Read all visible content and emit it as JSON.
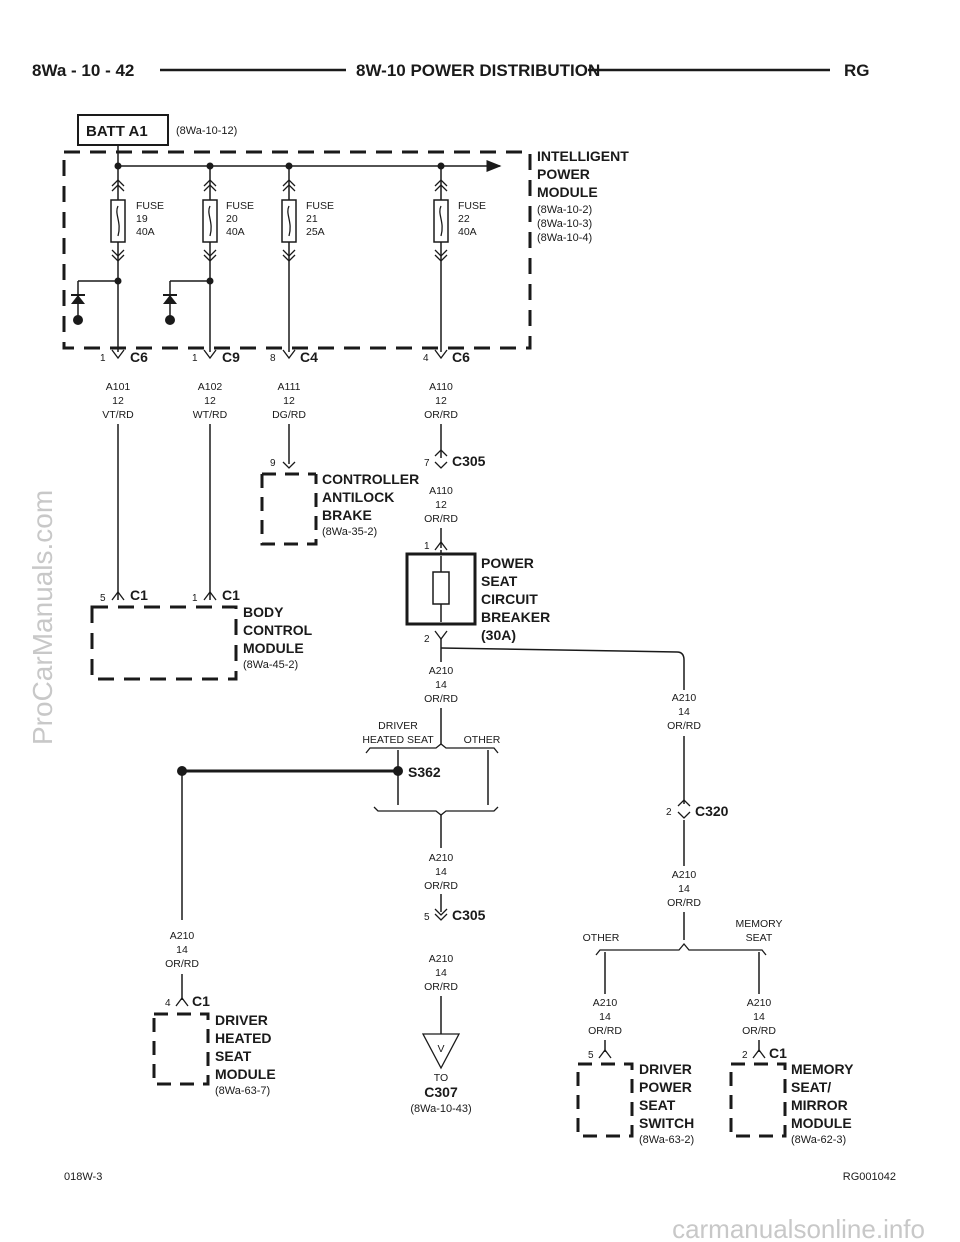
{
  "header": {
    "page_number": "8Wa - 10 - 42",
    "title": "8W-10 POWER DISTRIBUTION",
    "code": "RG"
  },
  "footer": {
    "left": "018W-3",
    "right": "RG001042"
  },
  "watermarks": {
    "side": "ProCarManuals.com",
    "bottom": "carmanualsonline.info"
  },
  "batt": {
    "label": "BATT A1",
    "ref": "(8Wa-10-12)"
  },
  "ipm": {
    "lines": [
      "INTELLIGENT",
      "POWER",
      "MODULE"
    ],
    "refs": [
      "(8Wa-10-2)",
      "(8Wa-10-3)",
      "(8Wa-10-4)"
    ]
  },
  "fuses": [
    {
      "lines": [
        "FUSE",
        "19",
        "40A"
      ]
    },
    {
      "lines": [
        "FUSE",
        "20",
        "40A"
      ]
    },
    {
      "lines": [
        "FUSE",
        "21",
        "25A"
      ]
    },
    {
      "lines": [
        "FUSE",
        "22",
        "40A"
      ]
    }
  ],
  "ipm_connectors": [
    {
      "pin": "1",
      "name": "C6"
    },
    {
      "pin": "1",
      "name": "C9"
    },
    {
      "pin": "8",
      "name": "C4"
    },
    {
      "pin": "4",
      "name": "C6"
    }
  ],
  "wires_top": [
    [
      "A101",
      "12",
      "VT/RD"
    ],
    [
      "A102",
      "12",
      "WT/RD"
    ],
    [
      "A111",
      "12",
      "DG/RD"
    ],
    [
      "A110",
      "12",
      "OR/RD"
    ]
  ],
  "abs": {
    "pin": "9",
    "lines": [
      "CONTROLLER",
      "ANTILOCK",
      "BRAKE"
    ],
    "ref": "(8Wa-35-2)"
  },
  "c305_top": {
    "pin": "7",
    "name": "C305"
  },
  "wire_a110_lower": [
    "A110",
    "12",
    "OR/RD"
  ],
  "breaker": {
    "pin_in": "1",
    "pin_out": "2",
    "lines": [
      "POWER",
      "SEAT",
      "CIRCUIT",
      "BREAKER",
      "(30A)"
    ]
  },
  "bcm": {
    "connectors": [
      {
        "pin": "5",
        "name": "C1"
      },
      {
        "pin": "1",
        "name": "C1"
      }
    ],
    "lines": [
      "BODY",
      "CONTROL",
      "MODULE"
    ],
    "ref": "(8Wa-45-2)"
  },
  "wire_a210": [
    "A210",
    "14",
    "OR/RD"
  ],
  "splice": {
    "name": "S362",
    "branch_left": [
      "DRIVER",
      "HEATED SEAT"
    ],
    "branch_right": "OTHER"
  },
  "c320": {
    "pin": "2",
    "name": "C320"
  },
  "c305_bottom": {
    "pin": "5",
    "name": "C305"
  },
  "to_c307": {
    "symbol": "V",
    "to": "TO",
    "name": "C307",
    "ref": "(8Wa-10-43)"
  },
  "seat_branch": {
    "left": "OTHER",
    "right": [
      "MEMORY",
      "SEAT"
    ]
  },
  "heated_seat_module": {
    "pin": "4",
    "name": "C1",
    "lines": [
      "DRIVER",
      "HEATED",
      "SEAT",
      "MODULE"
    ],
    "ref": "(8Wa-63-7)"
  },
  "power_seat_switch": {
    "pin": "5",
    "lines": [
      "DRIVER",
      "POWER",
      "SEAT",
      "SWITCH"
    ],
    "ref": "(8Wa-63-2)"
  },
  "memory_module": {
    "pin": "2",
    "name": "C1",
    "lines": [
      "MEMORY",
      "SEAT/",
      "MIRROR",
      "MODULE"
    ],
    "ref": "(8Wa-62-3)"
  }
}
